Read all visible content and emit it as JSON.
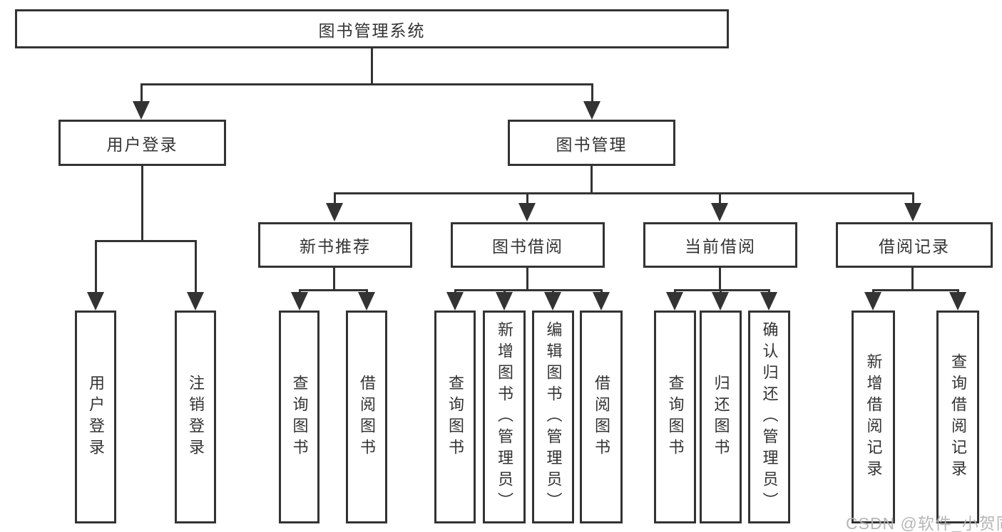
{
  "diagram": {
    "root": "图书管理系统",
    "login": {
      "label": "用户登录",
      "children": [
        "用户登录",
        "注销登录"
      ]
    },
    "mgmt": {
      "label": "图书管理",
      "sections": [
        {
          "label": "新书推荐",
          "children": [
            "查询图书",
            "借阅图书"
          ]
        },
        {
          "label": "图书借阅",
          "children": [
            "查询图书",
            "新增图书（管理员）",
            "编辑图书（管理员）",
            "借阅图书"
          ]
        },
        {
          "label": "当前借阅",
          "children": [
            "查询图书",
            "归还图书",
            "确认归还（管理员）"
          ]
        },
        {
          "label": "借阅记录",
          "children": [
            "新增借阅记录",
            "查询借阅记录"
          ]
        }
      ]
    }
  },
  "watermark": {
    "text": "CSDN @软件_小贺同学"
  },
  "colors": {
    "line": "#333333",
    "text": "#333333",
    "watermark": "#b0b0b0",
    "background": "#ffffff"
  }
}
